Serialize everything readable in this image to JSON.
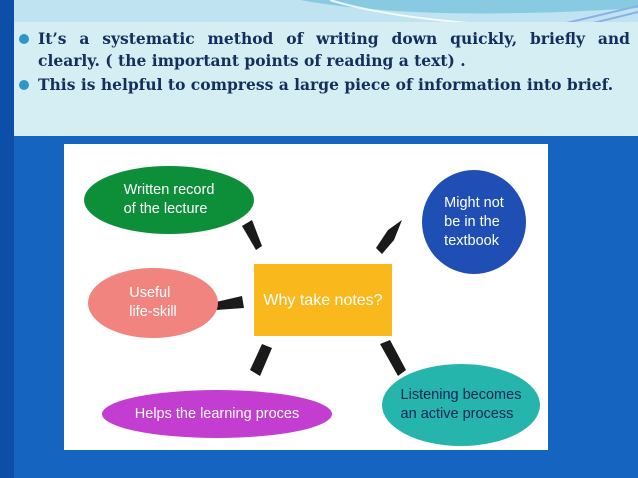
{
  "slide": {
    "bullets": [
      "It’s a systematic method of writing down quickly, briefly and clearly. ( the important points of reading a text) .",
      "This is helpful to compress a large piece of information into brief."
    ]
  },
  "diagram": {
    "center": "Why take notes?",
    "nodes": {
      "written": "Written record\nof the lecture",
      "might": "Might not\nbe in the\ntextbook",
      "useful": "Useful\nlife-skill",
      "helps": "Helps the learning proces",
      "listening": "Listening becomes\nan active process"
    },
    "colors": {
      "written": "#0d8f3a",
      "might": "#1f4fb4",
      "useful": "#f2847f",
      "center": "#f9b91d",
      "helps": "#c43dd1",
      "listening": "#26b5ac",
      "arrows": "#1a1a1a"
    }
  },
  "theme": {
    "background": "#1565c0",
    "text_box": "#d5eef3",
    "bullet_color": "#2c98c9"
  }
}
